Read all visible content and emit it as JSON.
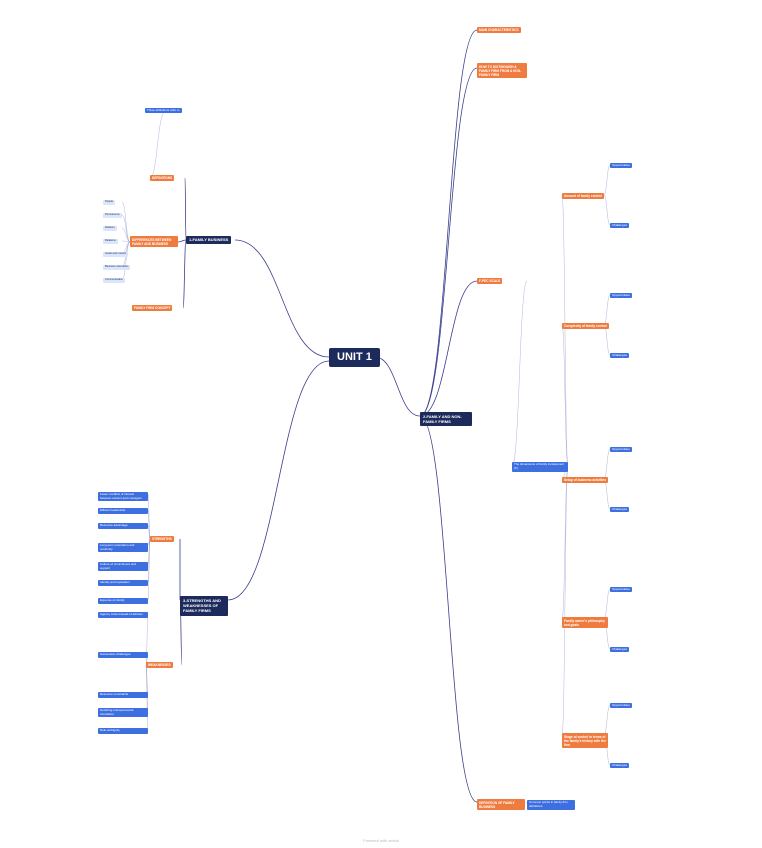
{
  "root": "UNIT 1",
  "colors": {
    "navy": "#1d2b5c",
    "orange": "#f07b3f",
    "blue": "#3d6fe0",
    "light_blue": "#dce6fb",
    "line": "#3b3f8c",
    "pink": "#f6c9c4"
  },
  "branch1": {
    "title": "1-FAMILY BUSINESS",
    "sub_definitions": "DEFINITIONS",
    "sub_definitions_header": "Three definitions refer to",
    "sub_differences": "DIFFERENCES BETWEEN FAMILY AND BUSINESS",
    "sub_firm_concept": "FAMILY FIRM CONCEPT",
    "difference_items": [
      "People",
      "Permanence",
      "Rotation",
      "Relations",
      "Goals and mission",
      "Business orientation",
      "Communication"
    ]
  },
  "branch2": {
    "title": "2-FAMILY AND NON-FAMILY FIRMS",
    "sub_main": "MAIN CHARACTERISTICS",
    "sub_distinguish": "HOW TO DISTINGUISH A FAMILY FIRM FROM A NON-FAMILY FIRM",
    "sub_fpec": "F-PEC SCALE",
    "sub_dimensions": "The dimensions of family involvement (F)",
    "sub_definition": "DEFINITION OF FAMILY BUSINESS",
    "common_points": "Common points in family firm definitions",
    "dimensions": [
      "Amount of family control",
      "Complexity of family control",
      "Setup of business activities",
      "Family owner's philosophy and goals",
      "Stage of control in terms of the family's history with the firm"
    ],
    "labels": {
      "opportunities": "Opportunities",
      "challenges": "Challenges"
    }
  },
  "branch3": {
    "title": "3-STRENGTHS AND WEAKNESSES OF FAMILY FIRMS",
    "sub_strengths": "STRENGTHS",
    "sub_weaknesses": "WEAKNESSES",
    "strengths": [
      "Fewer conflicts of interest between owners and managers",
      "Efficient leadership",
      "Resource advantage",
      "Long-term orientation and continuity",
      "Culture of commitment and support",
      "Identity and reputation",
      "Expense on family"
    ],
    "weaknesses": [
      "Agency costs instead of altruism",
      "Succession challenges",
      "Resource constraints",
      "Declining entrepreneurial orientation",
      "Role ambiguity"
    ]
  },
  "footer": "Powered with xmind"
}
